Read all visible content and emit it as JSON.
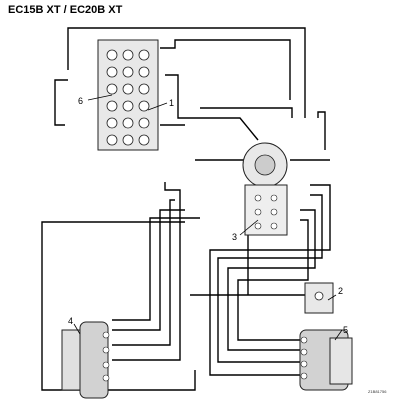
{
  "header": {
    "title": "EC15B XT / EC20B XT"
  },
  "figure": {
    "code": "Z1B81756",
    "callouts": {
      "c1": "1",
      "c2": "2",
      "c3": "3",
      "c4": "4",
      "c5": "5",
      "c6": "6"
    }
  },
  "colors": {
    "line": "#000000",
    "component_fill": "#e8e8e8",
    "component_stroke": "#222222",
    "background": "#ffffff"
  }
}
